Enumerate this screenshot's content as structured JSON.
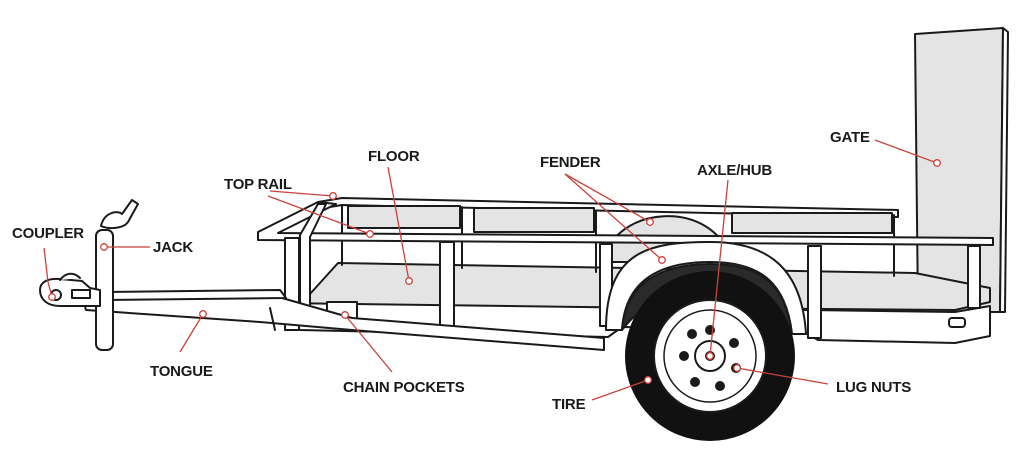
{
  "labels": {
    "coupler": "COUPLER",
    "jack": "JACK",
    "top_rail": "TOP RAIL",
    "floor": "FLOOR",
    "fender": "FENDER",
    "axle_hub": "AXLE/HUB",
    "gate": "GATE",
    "tongue": "TONGUE",
    "chain_pockets": "CHAIN POCKETS",
    "tire": "TIRE",
    "lug_nuts": "LUG NUTS"
  },
  "colors": {
    "leader": "#c9423c",
    "outline": "#1a1a1a",
    "panel_fill": "#e4e4e4"
  }
}
